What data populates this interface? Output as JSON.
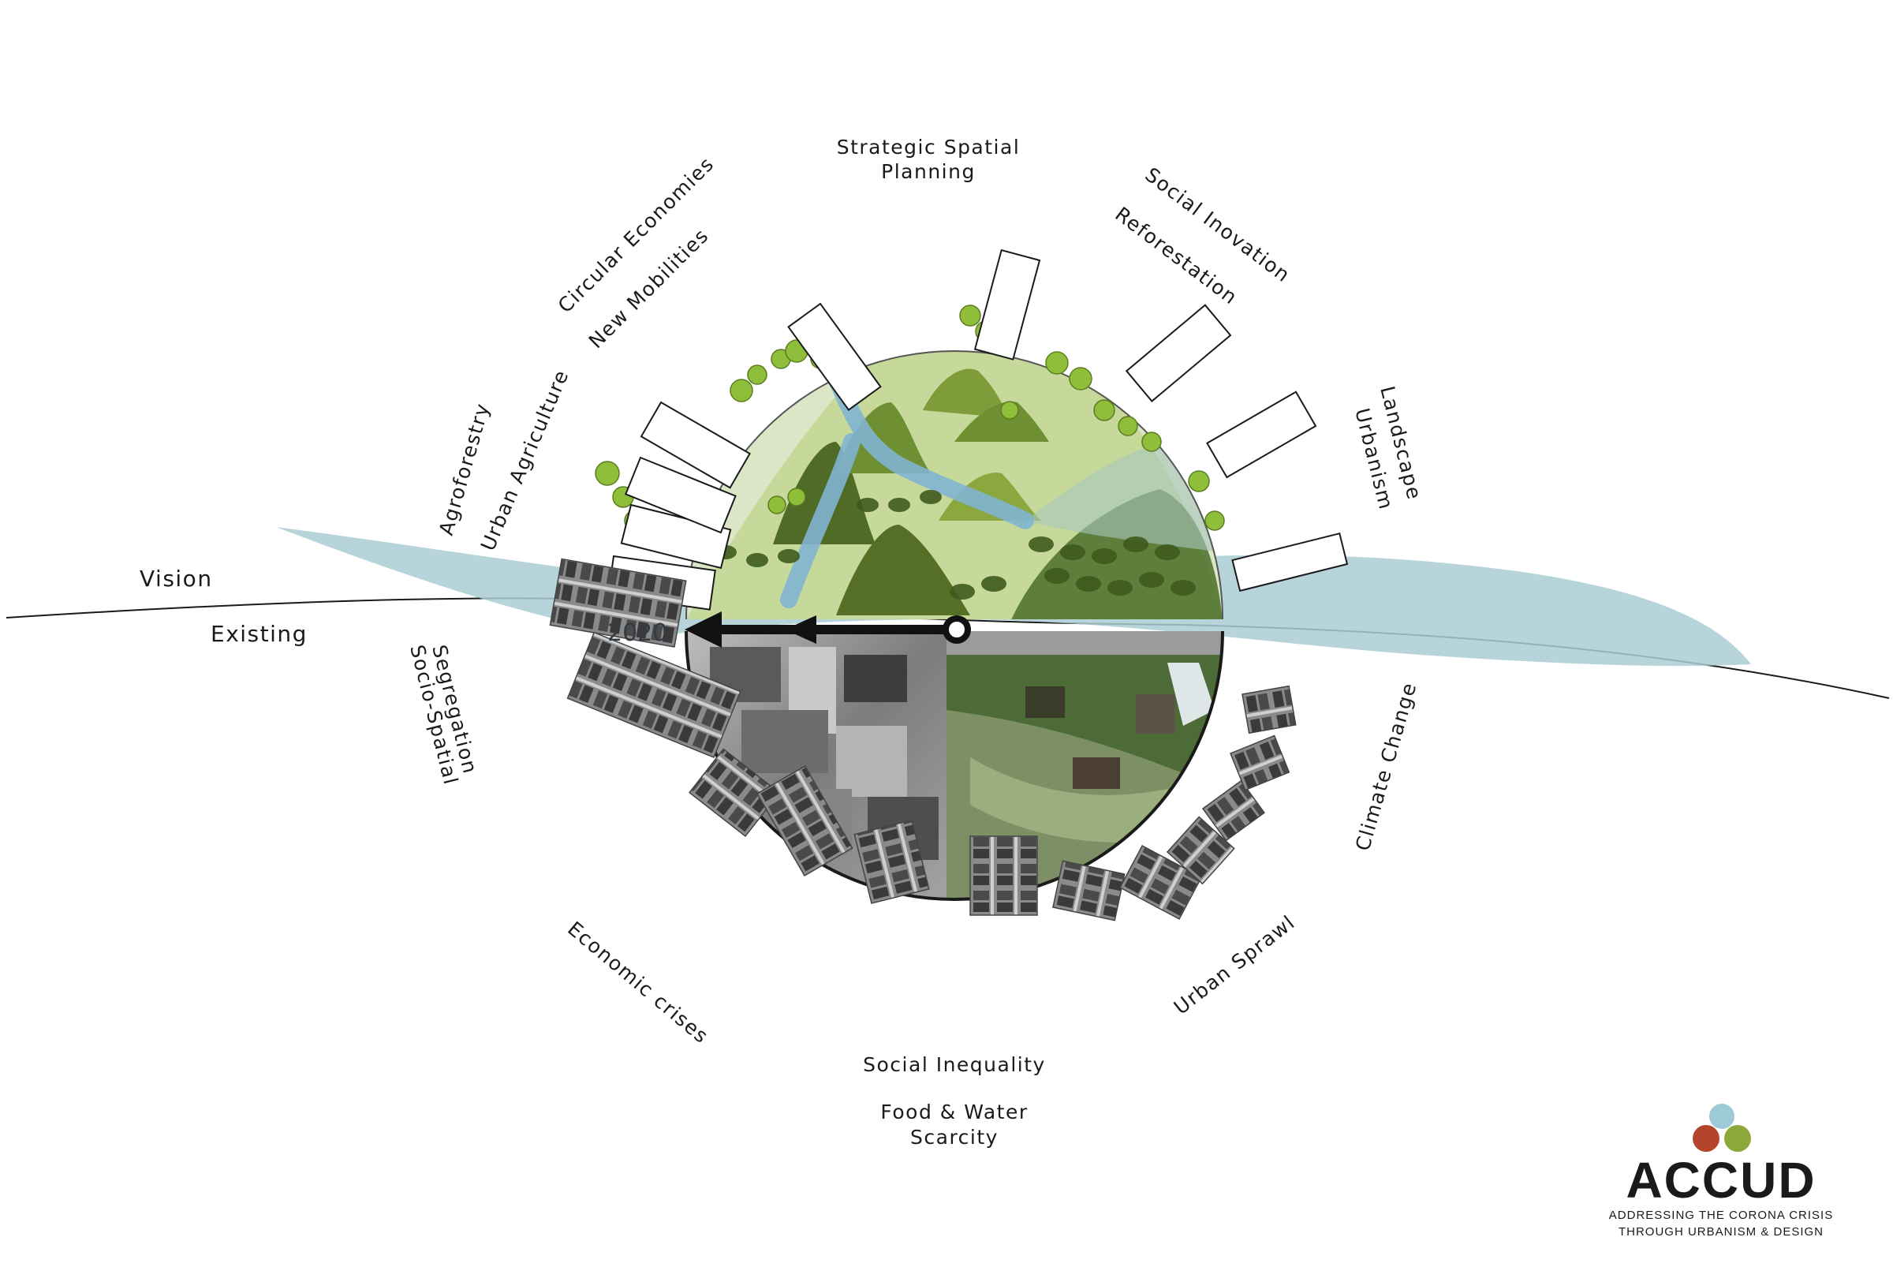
{
  "timeline": {
    "vision_label": "Vision",
    "existing_label": "Existing",
    "year_label": "2020"
  },
  "vision_themes": [
    "Strategic Spatial",
    "Planning",
    "Circular Economies",
    "New Mobilities",
    "Social Inovation",
    "Reforestation",
    "Agroforestry",
    "Urban Agriculture",
    "Landscape",
    "Urbanism"
  ],
  "existing_challenges": [
    "Socio-Spatial",
    "Segregation",
    "Climate  Change",
    "Economic crises",
    "Urban Sprawl",
    "Social Inequality",
    "Food & Water",
    "Scarcity"
  ],
  "logo": {
    "name": "ACCUD",
    "tagline_1": "ADDRESSING THE CORONA CRISIS",
    "tagline_2": "THROUGH URBANISM & DESIGN",
    "colors": {
      "blue": "#9ec9d6",
      "red": "#b5452a",
      "green": "#8da83a"
    }
  },
  "colors": {
    "water": "#a9ccd4",
    "hill_light": "#b9cf7f",
    "hill_dark": "#5b7a2b",
    "tree": "#8fbf3a",
    "river": "#7fb4d1",
    "photo_gray": "#7a7a7a"
  }
}
